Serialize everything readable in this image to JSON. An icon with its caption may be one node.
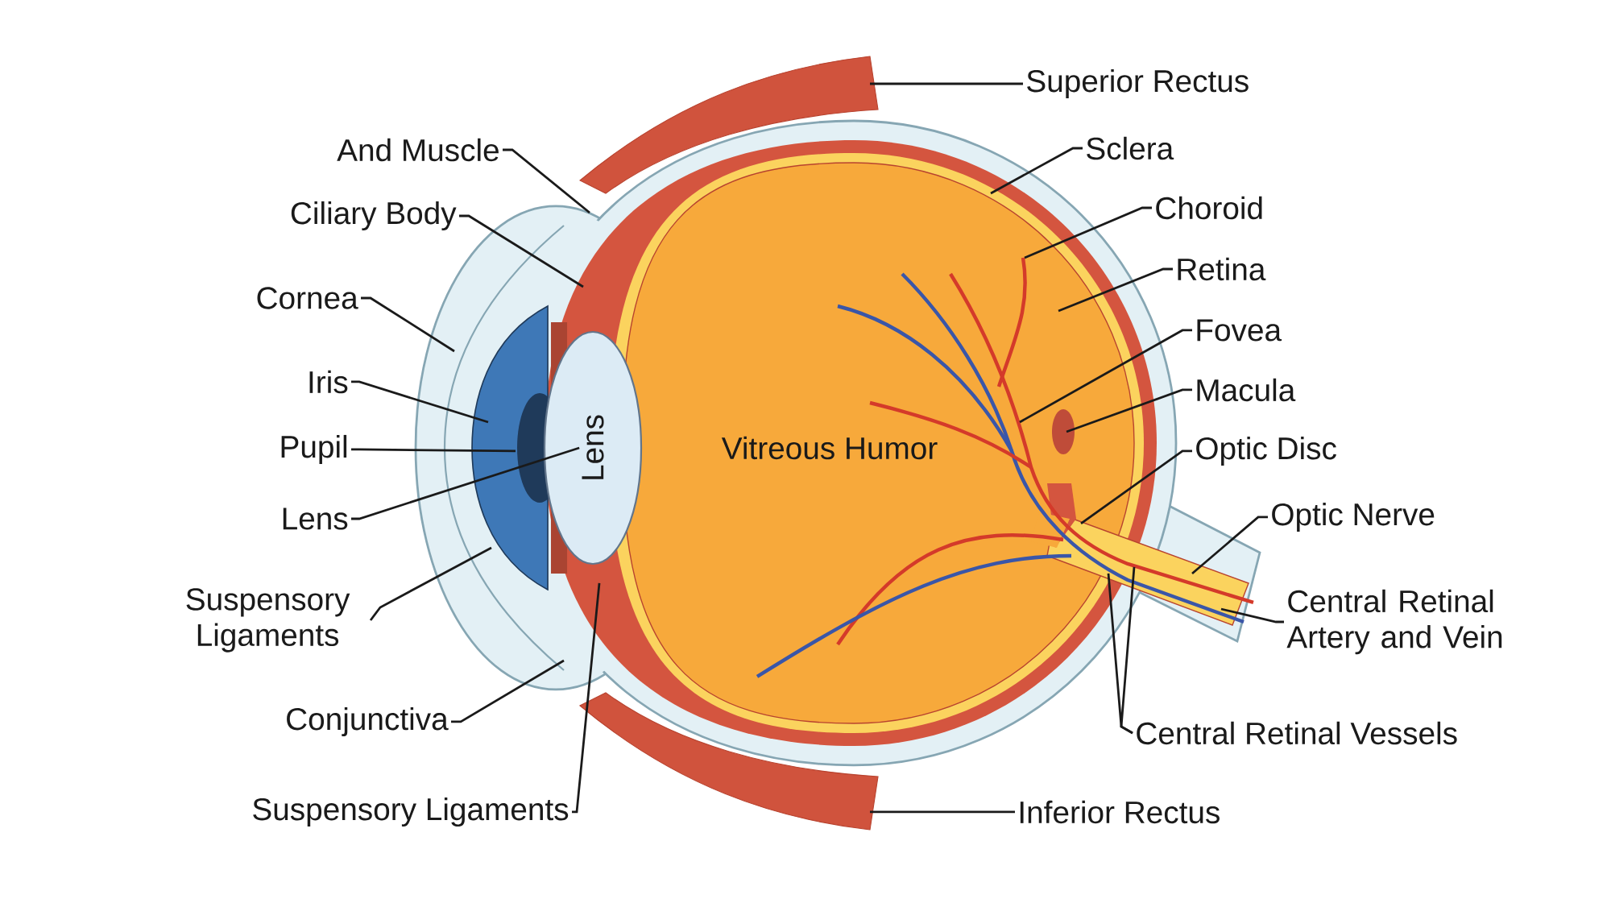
{
  "diagram": {
    "nodes": [
      {
        "text": [
          "And Muscle"
        ]
      },
      {
        "text": [
          "Ciliary Body"
        ]
      },
      {
        "text": [
          "Cornea"
        ]
      },
      {
        "text": [
          "Iris"
        ]
      },
      {
        "text": [
          "Pupil"
        ]
      },
      {
        "text": [
          "Lens"
        ]
      },
      {
        "text": [
          "Suspensory Ligaments"
        ]
      },
      {
        "text": [
          "Conjunctiva"
        ]
      },
      {
        "text": [
          "Suspensory Ligaments"
        ]
      },
      {
        "text": [
          "Superior Rectus"
        ]
      },
      {
        "text": [
          "Sclera"
        ]
      },
      {
        "text": [
          "Choroid"
        ]
      },
      {
        "text": [
          "Retina"
        ]
      },
      {
        "text": [
          "Fovea"
        ]
      },
      {
        "text": [
          "Macula"
        ]
      },
      {
        "text": [
          "Optic Disc"
        ]
      },
      {
        "text": [
          "Optic Nerve"
        ]
      },
      {
        "text": [
          "Central Retinal Artery and Vein"
        ]
      },
      {
        "text": [
          "Central Retinal Vessels"
        ]
      },
      {
        "text": [
          "Inferior Rectus"
        ]
      },
      {
        "text": [
          "Lens"
        ]
      }
    ],
    "edges": [
      {
        "from": 0,
        "to": null,
        "arrow": "none"
      },
      {
        "from": 1,
        "to": null,
        "arrow": "none"
      },
      {
        "from": 2,
        "to": null,
        "arrow": "none"
      },
      {
        "from": 3,
        "to": null,
        "arrow": "none"
      },
      {
        "from": 4,
        "to": null,
        "arrow": "none"
      },
      {
        "from": 5,
        "to": 20,
        "arrow": "none"
      },
      {
        "from": 6,
        "to": null,
        "arrow": "none"
      },
      {
        "from": 7,
        "to": null,
        "arrow": "none"
      },
      {
        "from": 8,
        "to": null,
        "arrow": "none"
      },
      {
        "from": 9,
        "to": null,
        "arrow": "none"
      },
      {
        "from": 10,
        "to": null,
        "arrow": "none"
      },
      {
        "from": 11,
        "to": null,
        "arrow": "none"
      },
      {
        "from": 12,
        "to": null,
        "arrow": "none"
      },
      {
        "from": 13,
        "to": null,
        "arrow": "none"
      },
      {
        "from": 14,
        "to": null,
        "arrow": "none"
      },
      {
        "from": 15,
        "to": null,
        "arrow": "none"
      },
      {
        "from": 16,
        "to": null,
        "arrow": "none"
      },
      {
        "from": 17,
        "to": null,
        "arrow": "none"
      },
      {
        "from": 18,
        "to": null,
        "arrow": "none"
      },
      {
        "from": 18,
        "to": null,
        "arrow": "none"
      },
      {
        "from": 19,
        "to": null,
        "arrow": "none"
      }
    ],
    "labels": [
      "Vitreous Humor"
    ]
  }
}
